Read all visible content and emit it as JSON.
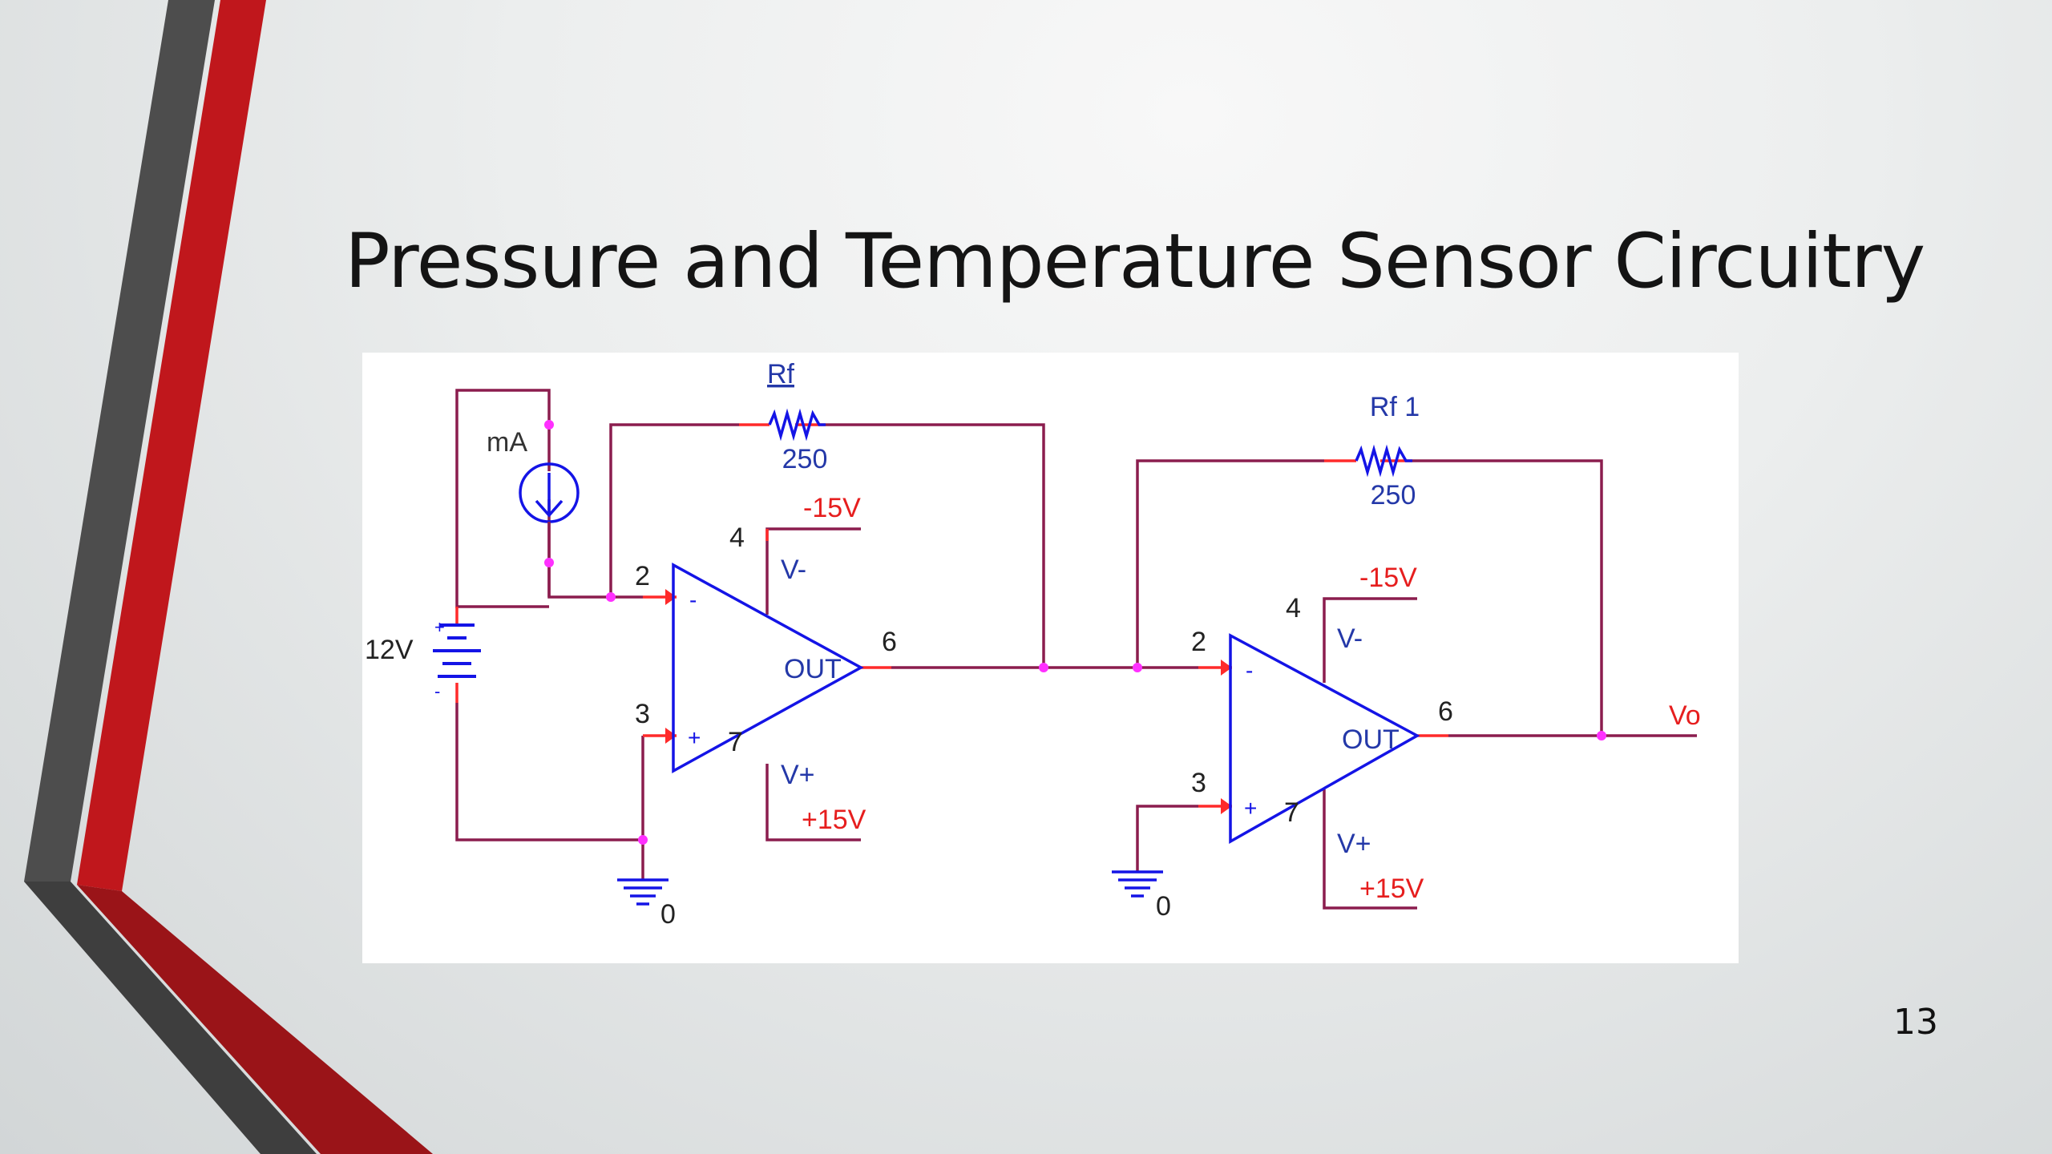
{
  "slide": {
    "title": "Pressure and Temperature Sensor Circuitry",
    "page_number": "13"
  },
  "colors": {
    "wire": "#8b1d4e",
    "opamp": "#1414e6",
    "lead": "#ff2a2a",
    "node": "#ff30ff",
    "supply_label": "#e61e1e",
    "component_label": "#2438a8",
    "stripe_red": "#c0171c",
    "stripe_gray": "#4a4a4a"
  },
  "circuit": {
    "source": {
      "label": "mA"
    },
    "battery": {
      "label": "12V",
      "plus": "+",
      "minus": "-"
    },
    "stage1": {
      "resistor": {
        "name": "Rf",
        "value": "250"
      },
      "pin_inverting": "2",
      "pin_noninverting": "3",
      "pin_vminus": "4",
      "pin_vplus": "7",
      "pin_out": "6",
      "minus_sign": "-",
      "plus_sign": "+",
      "out_label": "OUT",
      "vminus_label": "V-",
      "vplus_label": "V+",
      "neg_supply": "-15V",
      "pos_supply": "+15V",
      "ground": "0"
    },
    "stage2": {
      "resistor": {
        "name": "Rf 1",
        "value": "250"
      },
      "pin_inverting": "2",
      "pin_noninverting": "3",
      "pin_vminus": "4",
      "pin_vplus": "7",
      "pin_out": "6",
      "minus_sign": "-",
      "plus_sign": "+",
      "out_label": "OUT",
      "vminus_label": "V-",
      "vplus_label": "V+",
      "neg_supply": "-15V",
      "pos_supply": "+15V",
      "ground": "0",
      "output_label": "Vo"
    }
  }
}
